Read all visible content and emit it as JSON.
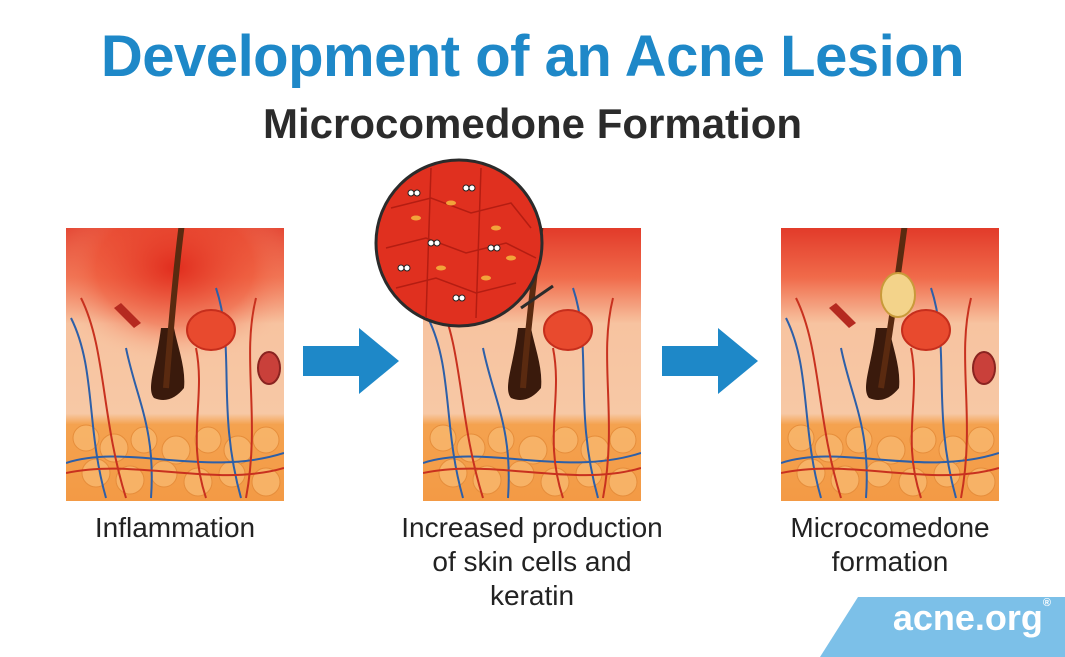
{
  "header": {
    "title": "Development of an Acne Lesion",
    "subtitle": "Microcomedone Formation"
  },
  "stages": [
    {
      "caption": "Inflammation"
    },
    {
      "caption": "Increased production of skin cells and keratin"
    },
    {
      "caption": "Microcomedone formation"
    }
  ],
  "brand": {
    "logo_text": "acne.org",
    "registered_mark": "®"
  },
  "colors": {
    "title": "#1e88c8",
    "subtitle": "#2b2b2b",
    "arrow": "#1e88c8",
    "inflamed_red": "#e23b2a",
    "skin_base": "#f6b48a",
    "fat_layer": "#f4a24f",
    "hair": "#5a2a10",
    "vein": "#2d5fa8",
    "artery": "#c8311f",
    "logo_band": "#7cc0e8",
    "caption": "#222222"
  }
}
